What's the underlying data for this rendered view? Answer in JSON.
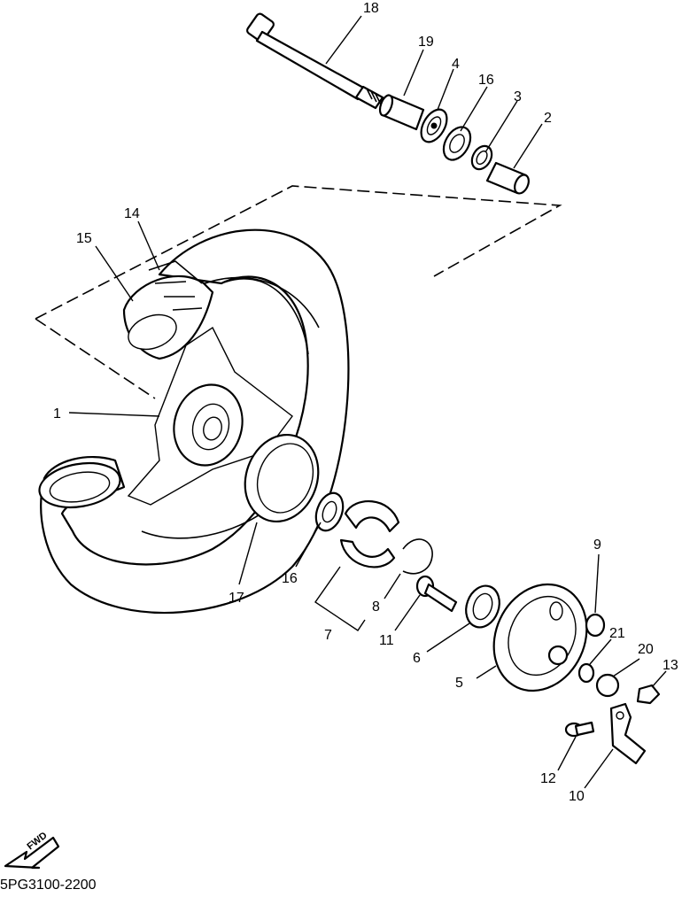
{
  "diagram": {
    "doc_code": "5PG3100-2200",
    "fwd_label": "FWD",
    "callouts": [
      {
        "id": "c1",
        "text": "1"
      },
      {
        "id": "c2",
        "text": "2"
      },
      {
        "id": "c3",
        "text": "3"
      },
      {
        "id": "c4",
        "text": "4"
      },
      {
        "id": "c5",
        "text": "5"
      },
      {
        "id": "c6",
        "text": "6"
      },
      {
        "id": "c7",
        "text": "7"
      },
      {
        "id": "c8",
        "text": "8"
      },
      {
        "id": "c9",
        "text": "9"
      },
      {
        "id": "c10",
        "text": "10"
      },
      {
        "id": "c11",
        "text": "11"
      },
      {
        "id": "c12",
        "text": "12"
      },
      {
        "id": "c13",
        "text": "13"
      },
      {
        "id": "c14",
        "text": "14"
      },
      {
        "id": "c15",
        "text": "15"
      },
      {
        "id": "c16a",
        "text": "16"
      },
      {
        "id": "c16b",
        "text": "16"
      },
      {
        "id": "c17",
        "text": "17"
      },
      {
        "id": "c18",
        "text": "18"
      },
      {
        "id": "c19",
        "text": "19"
      },
      {
        "id": "c20",
        "text": "20"
      },
      {
        "id": "c21",
        "text": "21"
      }
    ]
  }
}
